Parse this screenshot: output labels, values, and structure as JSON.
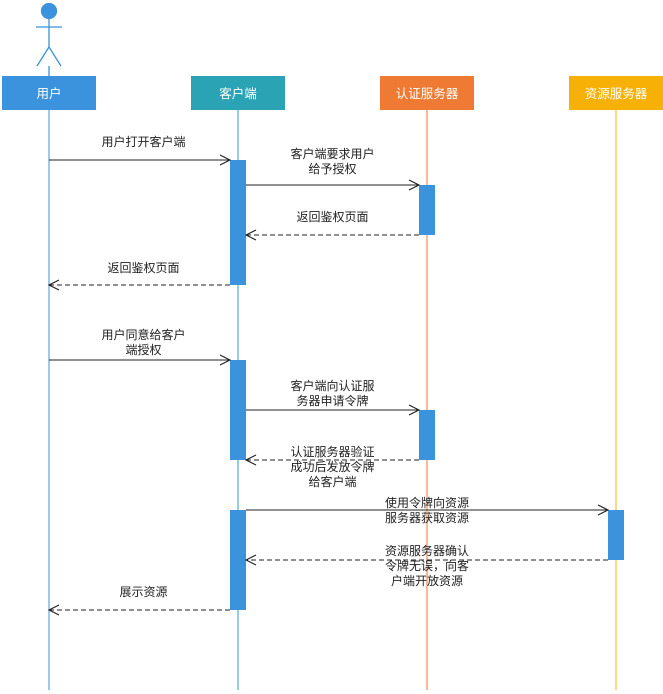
{
  "actor": {
    "label": "用户",
    "color": "#3a93dc"
  },
  "participants": [
    {
      "id": "user",
      "label": "用户",
      "color": "#3a93dc",
      "line": "#3a93dc"
    },
    {
      "id": "client",
      "label": "客户端",
      "color": "#2aa3b5",
      "line": "#2aa3b5"
    },
    {
      "id": "auth",
      "label": "认证服务器",
      "color": "#ee7a33",
      "line": "#ee7a33"
    },
    {
      "id": "resource",
      "label": "资源服务器",
      "color": "#f7b006",
      "line": "#f7b006"
    }
  ],
  "messages": [
    {
      "lines": [
        "用户打开客户端"
      ],
      "from": "user",
      "to": "client",
      "dashed": false
    },
    {
      "lines": [
        "客户端要求用户",
        "给予授权"
      ],
      "from": "client",
      "to": "auth",
      "dashed": false
    },
    {
      "lines": [
        "返回鉴权页面"
      ],
      "from": "auth",
      "to": "client",
      "dashed": true
    },
    {
      "lines": [
        "返回鉴权页面"
      ],
      "from": "client",
      "to": "user",
      "dashed": true
    },
    {
      "lines": [
        "用户同意给客户",
        "端授权"
      ],
      "from": "user",
      "to": "client",
      "dashed": false
    },
    {
      "lines": [
        "客户端向认证服",
        "务器申请令牌"
      ],
      "from": "client",
      "to": "auth",
      "dashed": false
    },
    {
      "lines": [
        "认证服务器验证",
        "成功后发放令牌",
        "给客户端"
      ],
      "from": "auth",
      "to": "client",
      "dashed": true
    },
    {
      "lines": [
        "使用令牌向资源",
        "服务器获取资源"
      ],
      "from": "client",
      "to": "resource",
      "dashed": false
    },
    {
      "lines": [
        "资源服务器确认",
        "令牌无误，向客",
        "户端开放资源"
      ],
      "from": "resource",
      "to": "client",
      "dashed": true
    },
    {
      "lines": [
        "展示资源"
      ],
      "from": "client",
      "to": "user",
      "dashed": true
    }
  ],
  "activation_color": "#3a93dc",
  "arrow_color": "#222222"
}
